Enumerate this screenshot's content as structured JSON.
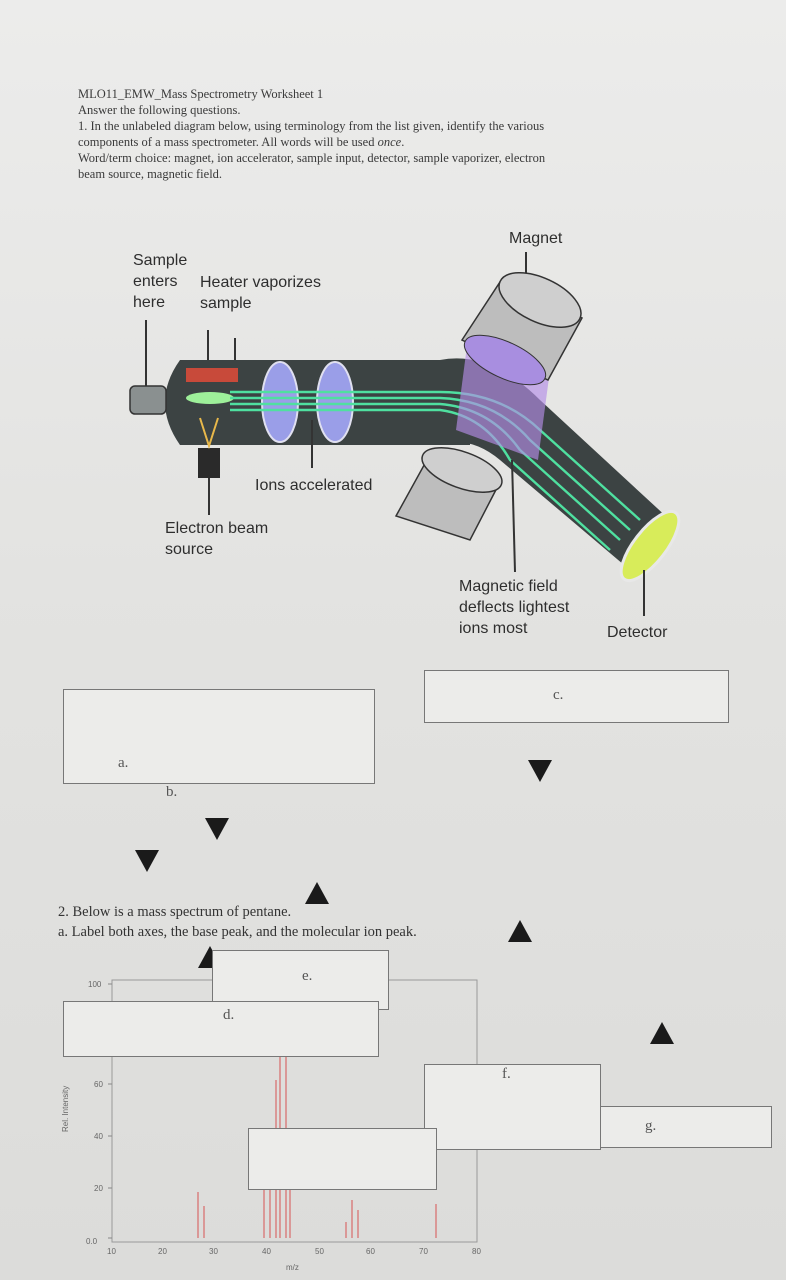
{
  "header": {
    "title": "MLO11_EMW_Mass Spectrometry Worksheet 1",
    "instruction": "Answer the following questions.",
    "q1_line1": "1.  In the unlabeled diagram below, using terminology from the list given, identify the various",
    "q1_line2_a": "components of a mass spectrometer.  All words will be used ",
    "q1_line2_b": "once",
    "q1_line2_c": ".",
    "word_choice_line1": "Word/term choice:   magnet, ion accelerator, sample input, detector, sample vaporizer, electron",
    "word_choice_line2": "beam source, magnetic field."
  },
  "diagram": {
    "sample_enters": [
      "Sample",
      "enters",
      "here"
    ],
    "heater": [
      "Heater vaporizes",
      "sample"
    ],
    "magnet": "Magnet",
    "ions_accelerated": "Ions accelerated",
    "electron_beam": [
      "Electron beam",
      "source"
    ],
    "magnetic_field": [
      "Magnetic field",
      "deflects lightest",
      "ions most"
    ],
    "detector": "Detector"
  },
  "answer_boxes": {
    "a": "a.",
    "b": "b.",
    "c": "c.",
    "d": "d.",
    "e": "e.",
    "f": "f.",
    "g": "g."
  },
  "question2": {
    "line1": "2.  Below is a mass spectrum of pentane.",
    "line2": "a.  Label both axes, the base peak, and the molecular ion peak."
  },
  "spectrum": {
    "ylabel": "Rel. Intensity",
    "xlabel": "m/z",
    "yticks": [
      "0.0",
      "20",
      "40",
      "60",
      "100"
    ],
    "xticks": [
      "10",
      "20",
      "30",
      "40",
      "50",
      "60",
      "70",
      "80"
    ]
  },
  "colors": {
    "tube": "#3c4343",
    "beam": "#4fe0a0",
    "magnet_face": "#cfcfcf",
    "field": "#b48ee6",
    "detector": "#d8ec5a",
    "heater": "#c84a3a",
    "peaks": "#d86a6a"
  }
}
